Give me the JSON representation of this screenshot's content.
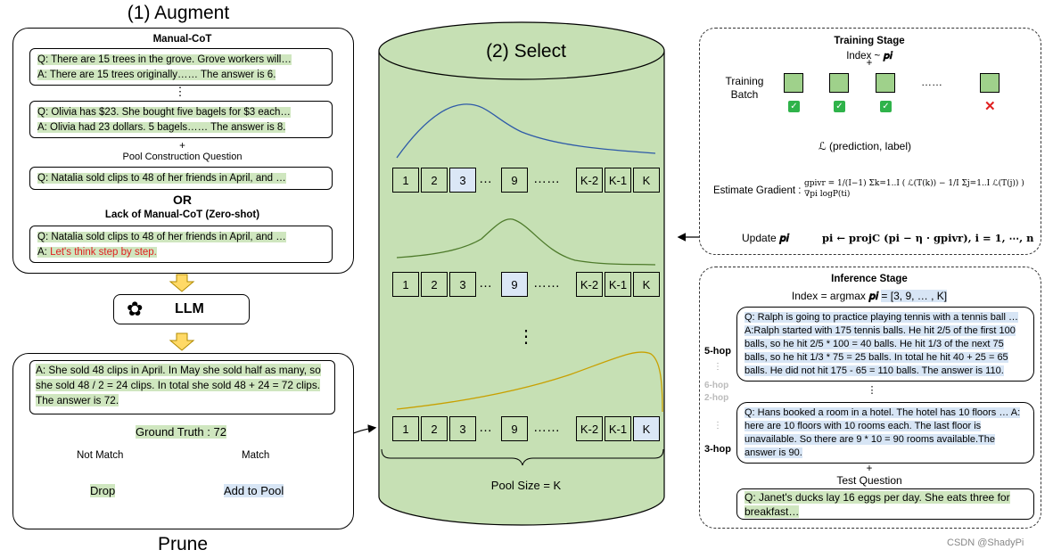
{
  "augment": {
    "title": "(1) Augment",
    "manual_cot_title": "Manual-CoT",
    "ex1_q": "Q: There are 15 trees in the grove. Grove workers will…",
    "ex1_a": "A: There are 15 trees originally…… The answer is 6.",
    "vdots": "⋮",
    "ex2_q": "Q: Olivia has $23. She bought five bagels for $3 each…",
    "ex2_a": "A: Olivia had 23 dollars. 5 bagels…… The answer is 8.",
    "plus": "+",
    "pool_construction": "Pool Construction Question",
    "pool_q": "Q: Natalia sold clips to 48 of her friends in April, and …",
    "or": "OR",
    "zero_shot_title": "Lack of Manual-CoT (Zero-shot)",
    "zs_q": "Q: Natalia sold clips to 48 of her friends in April, and …",
    "zs_a_prefix": "A: ",
    "zs_a_red": "Let's think step by step."
  },
  "llm": {
    "label": "LLM"
  },
  "prune": {
    "title": "Prune",
    "answer": "A: She sold 48 clips in April. In May she sold half as many, so she sold 48 / 2 = 24 clips. In total she sold 48 + 24 = 72 clips. The answer is 72.",
    "ground_truth": "Ground Truth : 72",
    "not_match": "Not Match",
    "match": "Match",
    "drop": "Drop",
    "add_to_pool": "Add to Pool"
  },
  "select": {
    "title": "(2) Select",
    "row1": [
      "1",
      "2",
      "3",
      "…",
      "9",
      "……",
      "K-2",
      "K-1",
      "K"
    ],
    "row2": [
      "1",
      "2",
      "3",
      "…",
      "9",
      "……",
      "K-2",
      "K-1",
      "K"
    ],
    "row3": [
      "1",
      "2",
      "3",
      "…",
      "9",
      "……",
      "K-2",
      "K-1",
      "K"
    ],
    "vdots": "⋮",
    "pool_size": "Pool Size = K",
    "curve_colors": [
      "#2e5aa8",
      "#4d7a2a",
      "#c8a000"
    ]
  },
  "training": {
    "title": "Training Stage",
    "index": "Index ~ ",
    "pi": "𝒑𝒊",
    "plus": "+",
    "batch_label_1": "Training",
    "batch_label_2": "Batch",
    "dots": "……",
    "check": "✓",
    "cross": "✕",
    "loss": "ℒ (prediction, label)",
    "grad_label": "Estimate Gradient :",
    "grad_formula": "gpivr = 1/(I−1) Σk=1..I ( ℒ(T(k)) − 1/I Σj=1..I ℒ(T(j)) ) ∇pi logP(ti)",
    "update_label": "Update ",
    "update_formula": "pi ← projC (pi − η · gpivr), i = 1, ⋯, n"
  },
  "inference": {
    "title": "Inference Stage",
    "index_prefix": "Index = argmax ",
    "index_value": "= [3, 9, … , K]",
    "hop5": "5-hop",
    "hop6": "6-hop",
    "hop2": "2-hop",
    "hop3": "3-hop",
    "ex1": "Q: Ralph is going to practice playing tennis with a tennis ball … A:Ralph started with 175 tennis balls. He hit 2/5 of the first 100 balls, so he hit 2/5 * 100 = 40 balls. He hit 1/3 of the next 75 balls, so he hit 1/3 * 75 = 25 balls. In total he hit 40 + 25 = 65 balls. He did not hit 175 - 65 = 110 balls. The answer is 110.",
    "ex2": "Q: Hans booked a room in a hotel. The hotel has 10 floors … A: here are 10 floors with 10 rooms each. The last floor is unavailable. So there are 9 * 10 = 90 rooms available.The answer is 90.",
    "plus": "+",
    "test_question": "Test Question",
    "test_q": "Q: Janet's ducks lay 16 eggs per day. She eats three for breakfast…"
  },
  "watermark": "CSDN @ShadyPi"
}
